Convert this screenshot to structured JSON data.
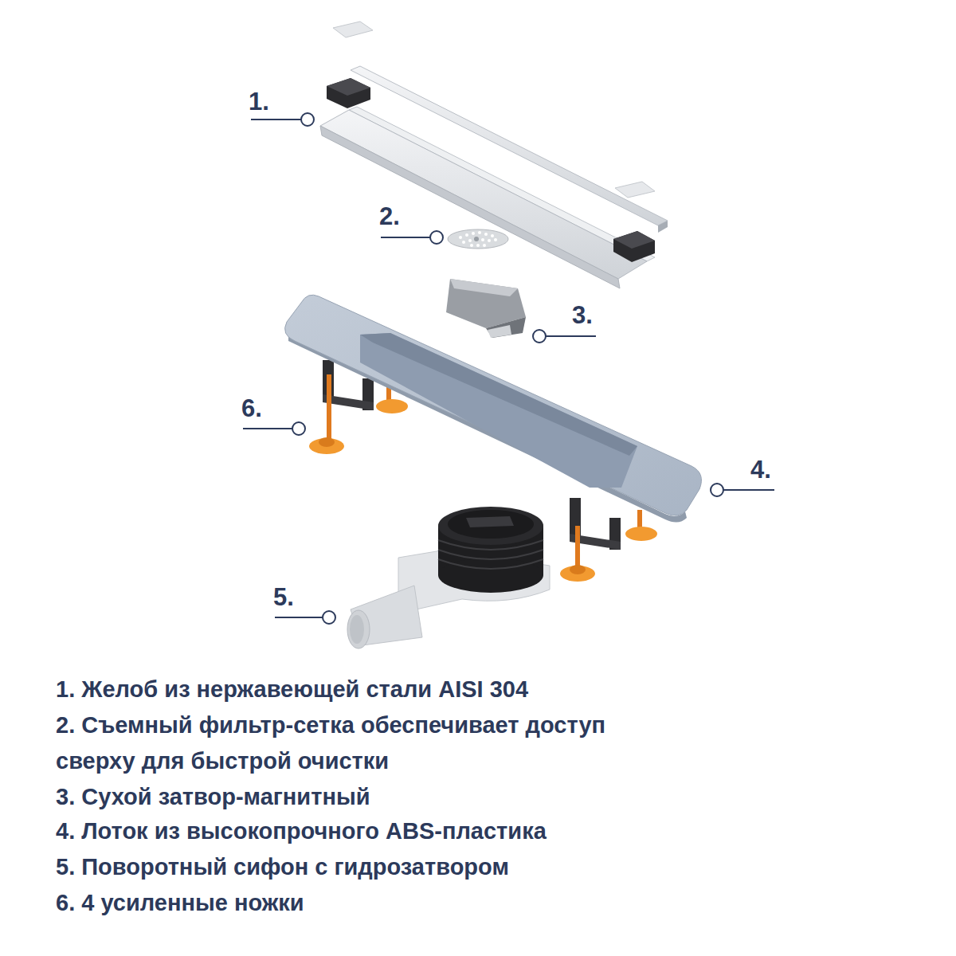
{
  "diagram": {
    "labels": [
      "1.",
      "2.",
      "3.",
      "4.",
      "5.",
      "6.",
      "1. Желоб из нержавеющей стали AISI 304",
      "2. Съемный фильтр-сетка обеспечивает доступ сверху для быстрой очистки",
      "3. Сухой затвор-магнитный",
      "4. Лоток из высокопрочного ABS-пластика",
      "5. Поворотный сифон с гидрозатвором",
      "6. 4 усиленные ножки"
    ]
  }
}
